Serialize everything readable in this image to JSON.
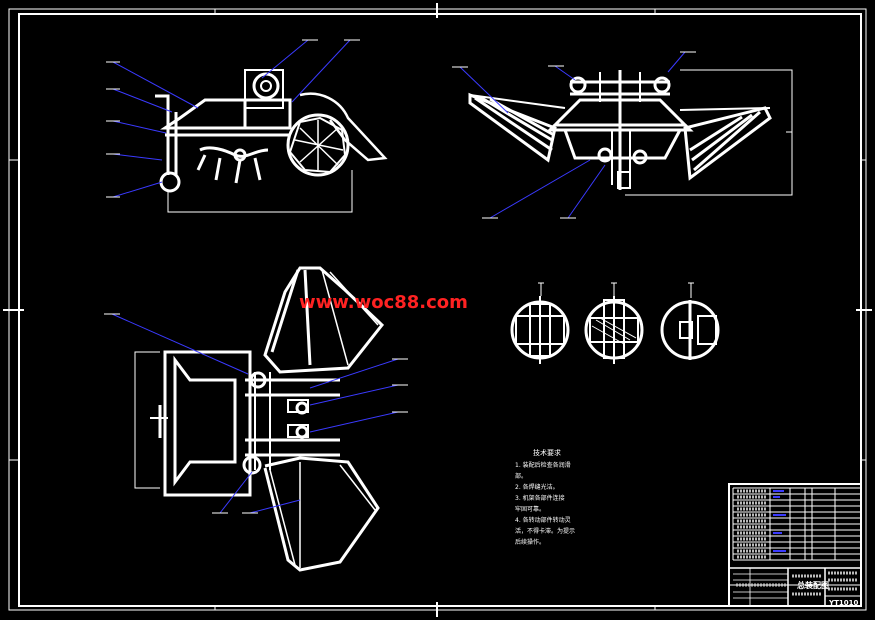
{
  "watermark": "www.woc88.com",
  "technical_requirements": {
    "title": "技术要求",
    "lines": [
      "1. 装配后检查各润滑",
      "部。",
      "2. 各焊缝光洁。",
      "3. 机架各部件连接",
      "牢固可靠。",
      "4. 各转动部件转动灵",
      "活，不得卡滞。为提示",
      "后续操作。"
    ]
  },
  "title_block": {
    "drawing_title": "总装配图",
    "drawing_number": "YT1010"
  },
  "colors": {
    "background": "#000000",
    "lines": "#ffffff",
    "leaders": "#3a3aff",
    "watermark": "#ff2222"
  }
}
